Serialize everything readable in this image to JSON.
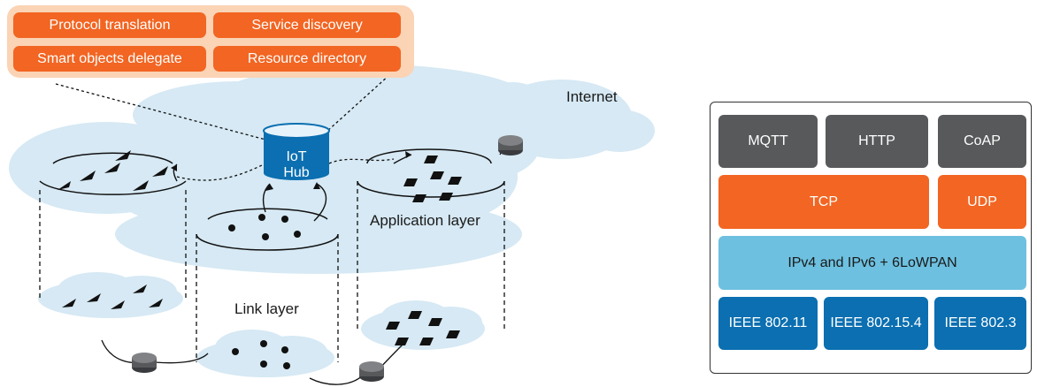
{
  "services": [
    "Protocol translation",
    "Service discovery",
    "Smart objects delegate",
    "Resource directory"
  ],
  "hub": {
    "line1": "IoT",
    "line2": "Hub"
  },
  "labels": {
    "internet": "Internet",
    "application_layer": "Application layer",
    "link_layer": "Link layer"
  },
  "stack": {
    "application": [
      "MQTT",
      "HTTP",
      "CoAP"
    ],
    "transport": [
      "TCP",
      "UDP"
    ],
    "network": "IPv4 and IPv6 + 6LoWPAN",
    "link": [
      "IEEE 802.11",
      "IEEE 802.15.4",
      "IEEE 802.3"
    ]
  },
  "colors": {
    "orange": "#f26522",
    "light_orange": "#fbd3b5",
    "cloud": "#d6e9f4",
    "hub_blue": "#0b6fb1",
    "stack_dark": "#58595b",
    "stack_light_blue": "#6dc0e0",
    "stack_blue": "#0b6fb1"
  }
}
